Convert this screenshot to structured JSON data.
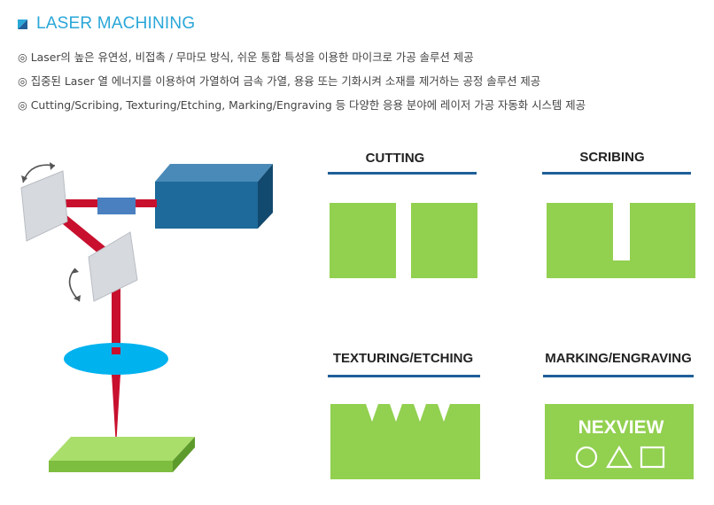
{
  "header": {
    "title": "LASER MACHINING",
    "accent_color": "#2aa7d8",
    "mark_icon": "triangle-mark-icon"
  },
  "bullets": [
    "◎ Laser의 높은 유연성, 비접촉 / 무마모 방식, 쉬운 통합 특성을 이용한 마이크로 가공 솔루션 제공",
    "◎ 집중된 Laser 열 에너지를 이용하여 가열하여 금속 가열, 용융 또는 기화시켜 소재를 제거하는 공정 솔루션 제공",
    "◎ Cutting/Scribing, Texturing/Etching, Marking/Engraving 등 다양한 응용 분야에 레이저 가공 자동화 시스템 제공"
  ],
  "diagram": {
    "colors": {
      "laser_source": "#1e6a9a",
      "beam": "#c8102e",
      "lens": "#00b2ee",
      "workpiece": "#8fce4a",
      "mirror": "#d6d9de",
      "panel_green": "#92d050",
      "panel_rule": "#1f5f99"
    },
    "icons": [
      "laser-source-icon",
      "mirror-icon",
      "rotate-arrow-icon",
      "focusing-lens-icon",
      "workpiece-icon"
    ]
  },
  "panels": {
    "cutting": {
      "title": "CUTTING"
    },
    "scribing": {
      "title": "SCRIBING"
    },
    "texturing": {
      "title": "TEXTURING/ETCHING"
    },
    "marking": {
      "title": "MARKING/ENGRAVING",
      "logo": "NEXVIEW"
    }
  }
}
